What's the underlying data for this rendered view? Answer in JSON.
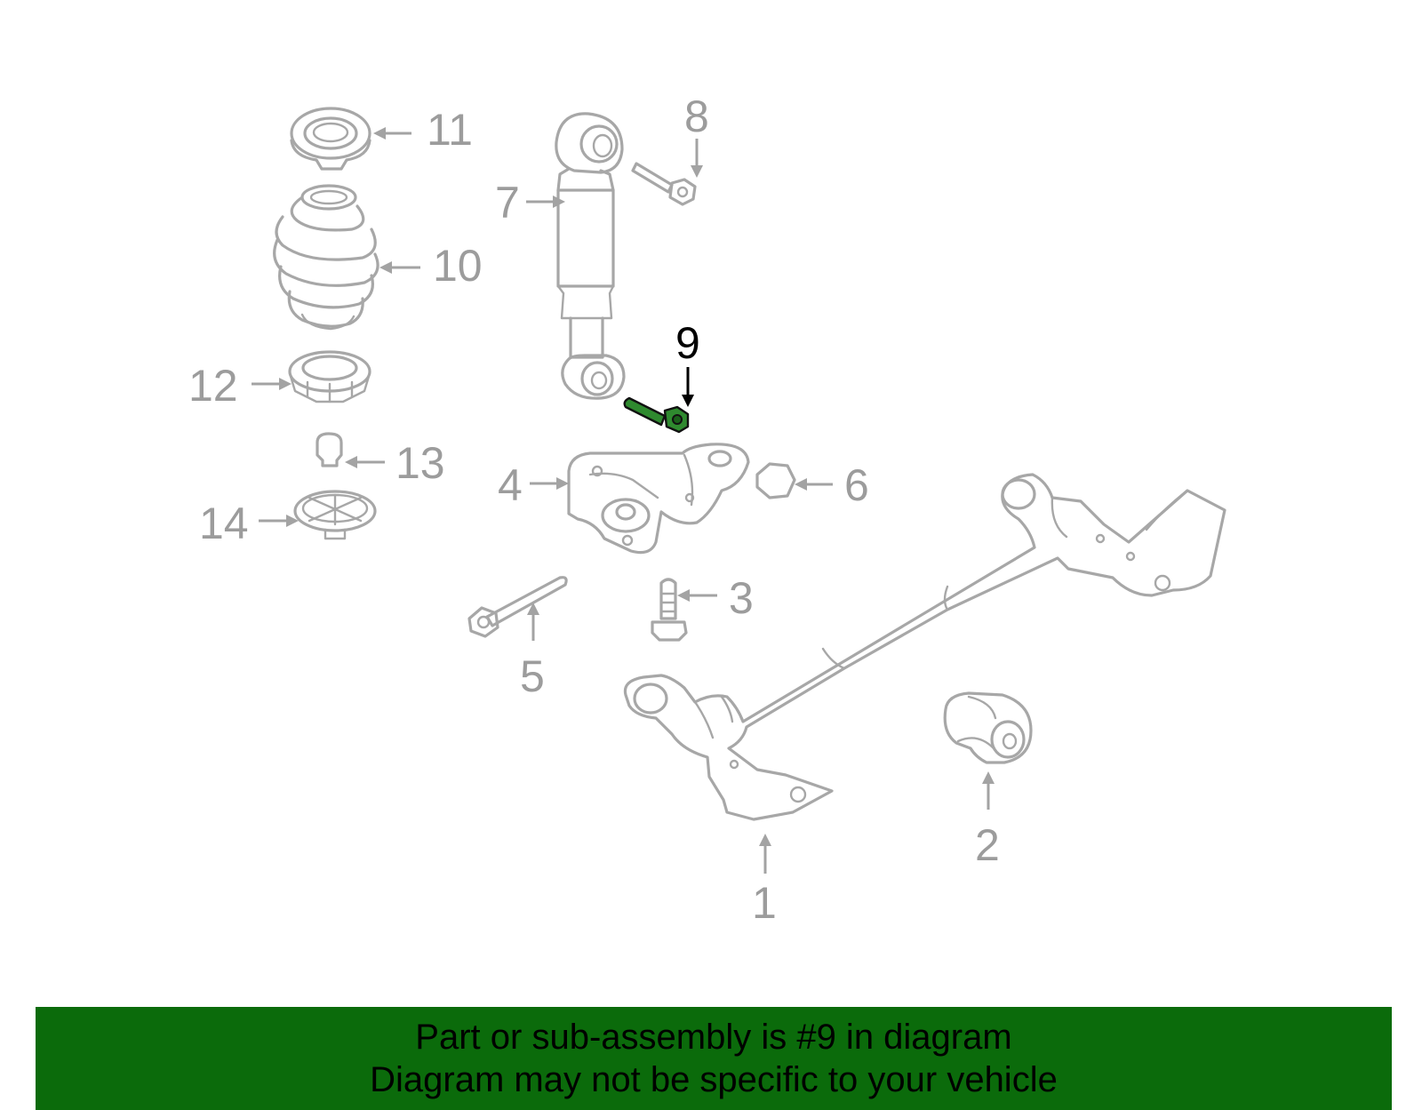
{
  "colors": {
    "banner_bg": "#0b6b0b",
    "part_stroke": "#a7a7a7",
    "callout_text": "#9c9c9c",
    "highlight_text": "#000000",
    "highlight_part": "#2f8a2f"
  },
  "highlighted_part": "9",
  "callouts": [
    {
      "id": "c1",
      "label": "1"
    },
    {
      "id": "c2",
      "label": "2"
    },
    {
      "id": "c3",
      "label": "3"
    },
    {
      "id": "c4",
      "label": "4"
    },
    {
      "id": "c5",
      "label": "5"
    },
    {
      "id": "c6",
      "label": "6"
    },
    {
      "id": "c7",
      "label": "7"
    },
    {
      "id": "c8",
      "label": "8"
    },
    {
      "id": "c9",
      "label": "9"
    },
    {
      "id": "c10",
      "label": "10"
    },
    {
      "id": "c11",
      "label": "11"
    },
    {
      "id": "c12",
      "label": "12"
    },
    {
      "id": "c13",
      "label": "13"
    },
    {
      "id": "c14",
      "label": "14"
    }
  ],
  "banner": {
    "line1": "Part or sub-assembly is #9 in diagram",
    "line2": "Diagram may not be specific to your vehicle"
  }
}
